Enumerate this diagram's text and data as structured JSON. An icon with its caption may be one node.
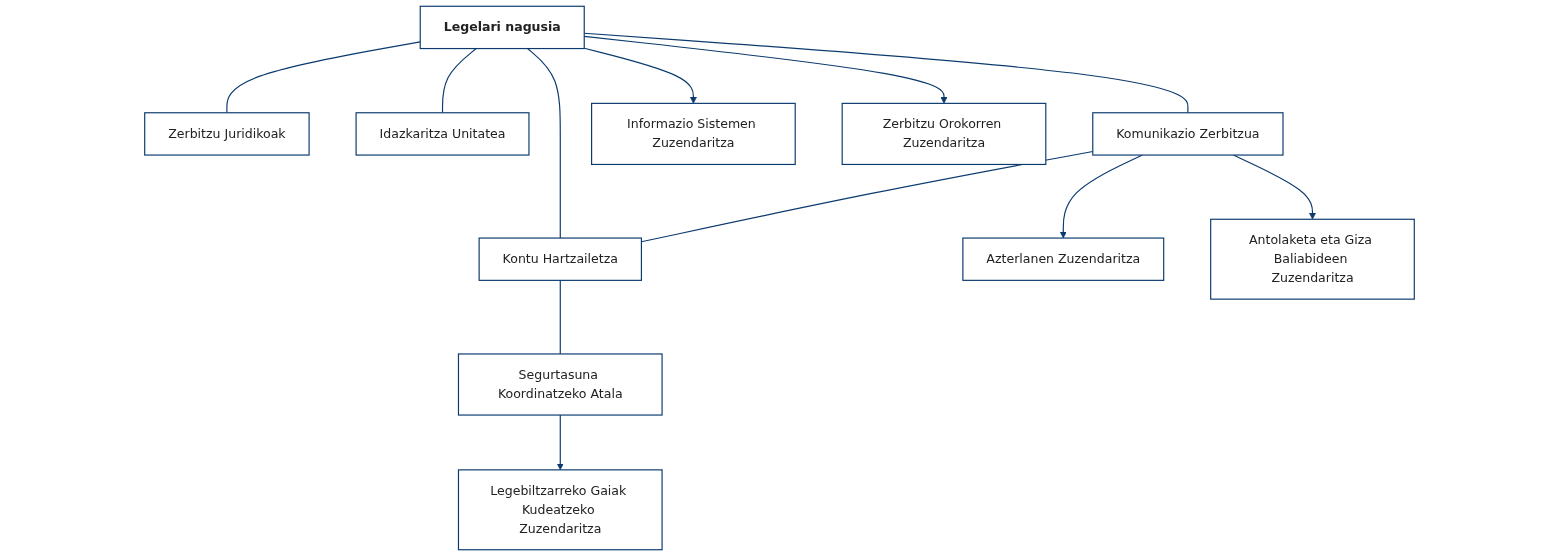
{
  "diagram": {
    "nodes": [
      {
        "text": [
          "Legelari nagusia"
        ]
      },
      {
        "text": [
          "Zerbitzu Juridikoak"
        ]
      },
      {
        "text": [
          "Idazkaritza Unitatea"
        ]
      },
      {
        "text": [
          "Komunikazio Zerbitzua"
        ]
      },
      {
        "text": [
          "Kontu Hartzailetza"
        ]
      },
      {
        "text": [
          "Segurtasuna Koordinatzeko Atala"
        ]
      },
      {
        "text": [
          "Azterlanen Zuzendaritza"
        ]
      },
      {
        "text": [
          "Antolaketa eta Giza Baliabideen Zuzendaritza"
        ]
      },
      {
        "text": [
          "Informazio Sistemen Zuzendaritza"
        ]
      },
      {
        "text": [
          "Zerbitzu Orokorren Zuzendaritza"
        ]
      },
      {
        "text": [
          "Legebiltzarreko Gaiak Kudeatzeko Zuzendaritza"
        ]
      }
    ],
    "edges": [
      {
        "from": 0,
        "to": 1,
        "arrow": "none"
      },
      {
        "from": 0,
        "to": 2,
        "arrow": "none"
      },
      {
        "from": 0,
        "to": 3,
        "arrow": "none"
      },
      {
        "from": 0,
        "to": 4,
        "arrow": "none"
      },
      {
        "from": 3,
        "to": 4,
        "arrow": "none"
      },
      {
        "from": 4,
        "to": 5,
        "arrow": "none"
      },
      {
        "from": 3,
        "to": 6,
        "arrow": "to"
      },
      {
        "from": 3,
        "to": 7,
        "arrow": "to"
      },
      {
        "from": 0,
        "to": 8,
        "arrow": "to"
      },
      {
        "from": 0,
        "to": 9,
        "arrow": "to"
      },
      {
        "from": 5,
        "to": 10,
        "arrow": "to"
      }
    ]
  }
}
